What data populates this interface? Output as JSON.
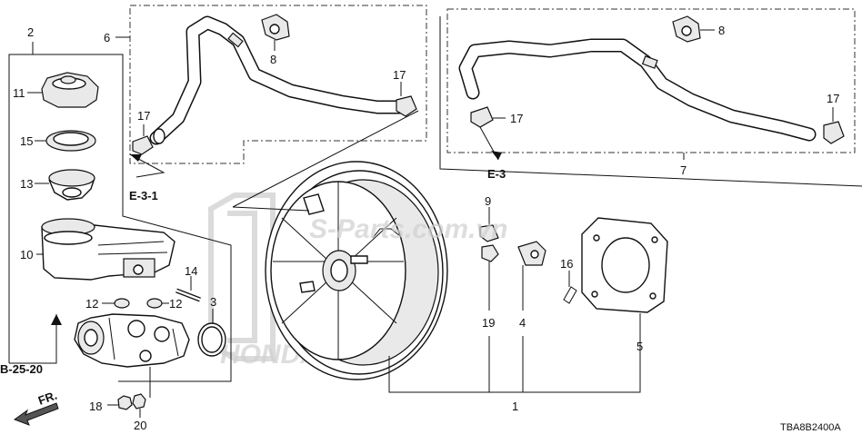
{
  "callouts": {
    "n1": "1",
    "n2": "2",
    "n3": "3",
    "n4": "4",
    "n5": "5",
    "n6": "6",
    "n7": "7",
    "n8a": "8",
    "n8b": "8",
    "n9": "9",
    "n10": "10",
    "n11": "11",
    "n12a": "12",
    "n12b": "12",
    "n13": "13",
    "n14": "14",
    "n15": "15",
    "n16": "16",
    "n17a": "17",
    "n17b": "17",
    "n17c": "17",
    "n17d": "17",
    "n18": "18",
    "n19": "19",
    "n20": "20"
  },
  "refs": {
    "e31": "E-3-1",
    "e3": "E-3",
    "b2520": "B-25-20",
    "fr": "FR."
  },
  "diagram_code": "TBA8B2400A",
  "watermark": "S-Parts.com.vn",
  "brand_watermark": "HONDA"
}
